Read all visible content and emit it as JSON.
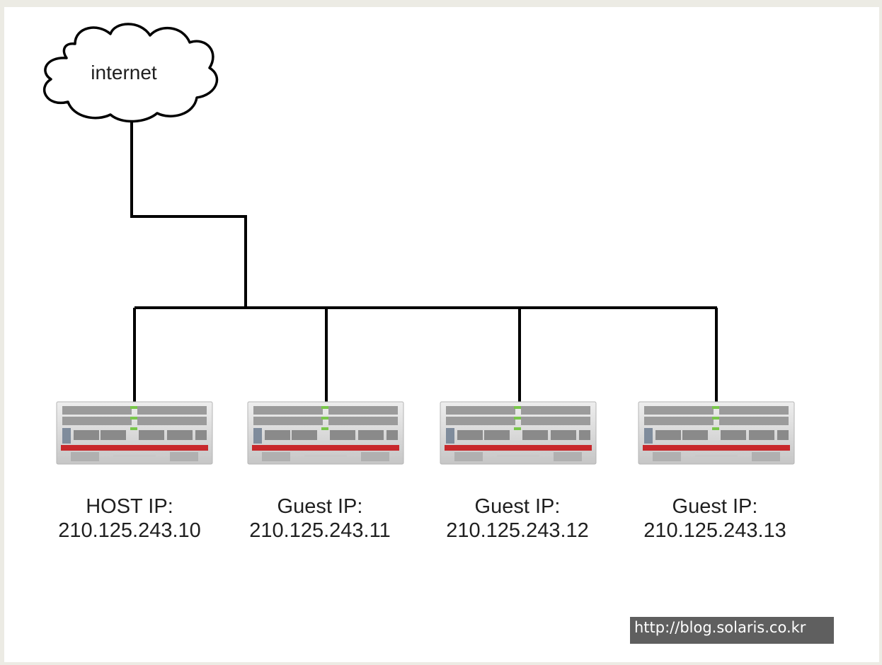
{
  "cloud": {
    "label": "internet"
  },
  "nodes": [
    {
      "role": "HOST IP:",
      "ip": "210.125.243.10"
    },
    {
      "role": "Guest IP:",
      "ip": "210.125.243.11"
    },
    {
      "role": "Guest IP:",
      "ip": "210.125.243.12"
    },
    {
      "role": "Guest IP:",
      "ip": "210.125.243.13"
    }
  ],
  "watermark": {
    "text": "http://blog.solaris.co.kr"
  },
  "colors": {
    "background": "#ecebe4",
    "canvas": "#ffffff",
    "line": "#000000",
    "server_body": "#d4d4d4",
    "server_red": "#c8282c",
    "server_green": "#79c64b",
    "watermark_bg": "#5f5f5f"
  },
  "icons": [
    "cloud-icon",
    "server-icon"
  ]
}
